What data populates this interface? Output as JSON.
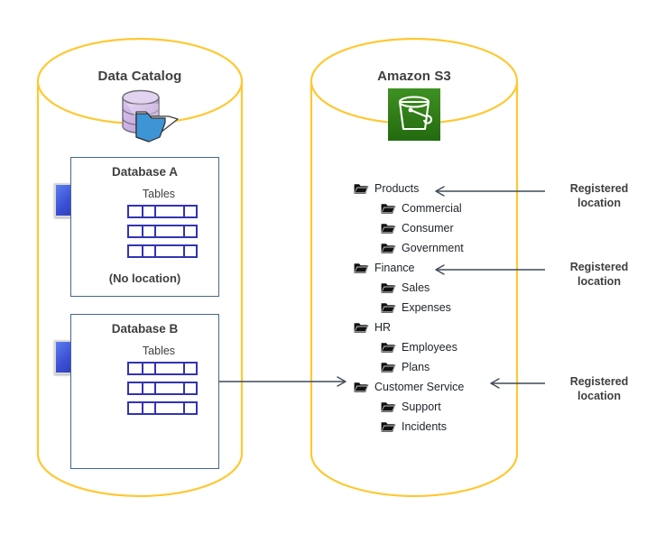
{
  "diagram": {
    "title_left": "Data Catalog",
    "title_right": "Amazon S3",
    "icons": {
      "data_catalog": "database-folder-icon",
      "s3": "s3-bucket-icon",
      "database_badge": "database-icon",
      "folder": "folder-icon"
    },
    "colors": {
      "cylinder_stroke": "#FFC832",
      "box_border": "#44688A",
      "table_border": "#3333B2",
      "arrow": "#3F4A56",
      "text": "#3F3F3F",
      "s3_green": "#2E7D15",
      "catalog_purple": "#C5A8DC",
      "catalog_blue": "#3B93D4"
    }
  },
  "catalog": {
    "databases": [
      {
        "name": "Database A",
        "tables_label": "Tables",
        "table_count": 3,
        "location_note": "(No location)",
        "has_location": false
      },
      {
        "name": "Database B",
        "tables_label": "Tables",
        "table_count": 3,
        "location_note": "",
        "has_location": true
      }
    ]
  },
  "s3": {
    "tree": [
      {
        "label": "Products",
        "level": 0
      },
      {
        "label": "Commercial",
        "level": 1
      },
      {
        "label": "Consumer",
        "level": 1
      },
      {
        "label": "Government",
        "level": 1
      },
      {
        "label": "Finance",
        "level": 0
      },
      {
        "label": "Sales",
        "level": 1
      },
      {
        "label": "Expenses",
        "level": 1
      },
      {
        "label": "HR",
        "level": 0
      },
      {
        "label": "Employees",
        "level": 1
      },
      {
        "label": "Plans",
        "level": 1
      },
      {
        "label": "Customer Service",
        "level": 0
      },
      {
        "label": "Support",
        "level": 1
      },
      {
        "label": "Incidents",
        "level": 1
      }
    ]
  },
  "annotations": {
    "registered_location_1": "Registered location",
    "registered_location_2": "Registered location",
    "registered_location_3": "Registered location"
  }
}
